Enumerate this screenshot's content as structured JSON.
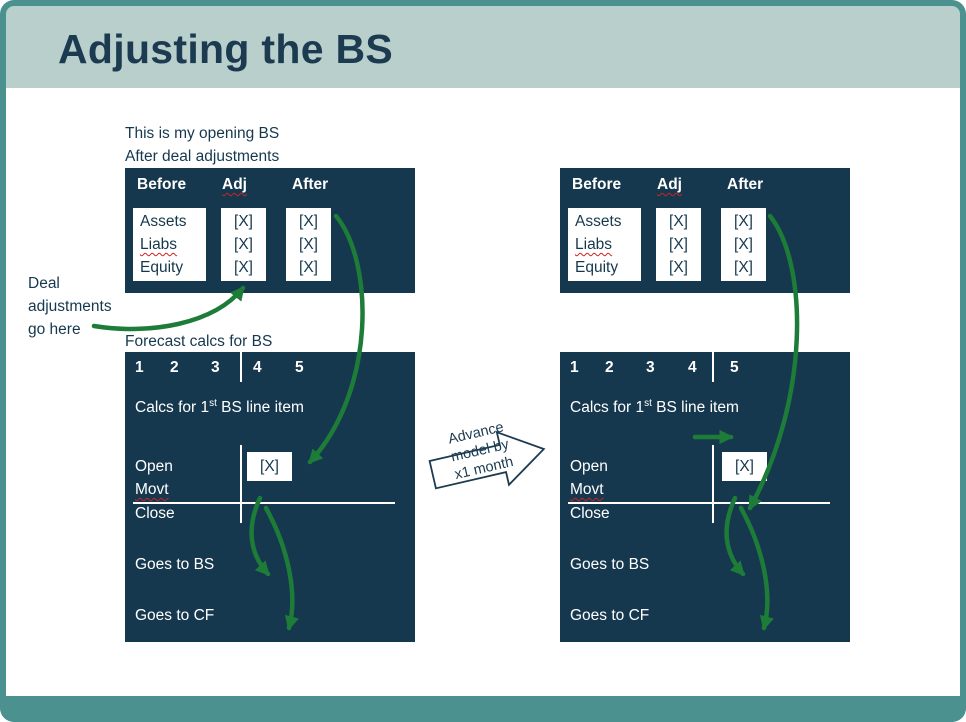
{
  "meta": {
    "colors": {
      "panel_navy": "#16384e",
      "frame_teal": "#4a9190",
      "band_sage": "#b9cfcb",
      "arrow_green": "#1d7c38",
      "squiggle_red": "#cc2222",
      "title_navy": "#1c3b51"
    }
  },
  "header": {
    "title": "Adjusting the BS"
  },
  "notes": {
    "opening_bs": "This is my opening BS\nAfter deal adjustments",
    "deal_adjustments": "Deal\nadjustments\ngo here",
    "forecast_label": "Forecast calcs for BS",
    "advance_model": "Advance\nmodel by\nx1 month"
  },
  "bs": {
    "headers": [
      "Before",
      "Adj",
      "After"
    ],
    "rows": [
      "Assets",
      "Liabs",
      "Equity"
    ],
    "adj_values": [
      "[X]",
      "[X]",
      "[X]"
    ],
    "after_values": [
      "[X]",
      "[X]",
      "[X]"
    ]
  },
  "calc": {
    "columns": [
      "1",
      "2",
      "3",
      "4",
      "5"
    ],
    "title_pre": "Calcs for 1",
    "title_sup": "st",
    "title_post": " BS line item",
    "rows": [
      "Open",
      "Movt",
      "Close"
    ],
    "x_value": "[X]",
    "goes_to_bs": "Goes to BS",
    "goes_to_cf": "Goes to CF"
  }
}
